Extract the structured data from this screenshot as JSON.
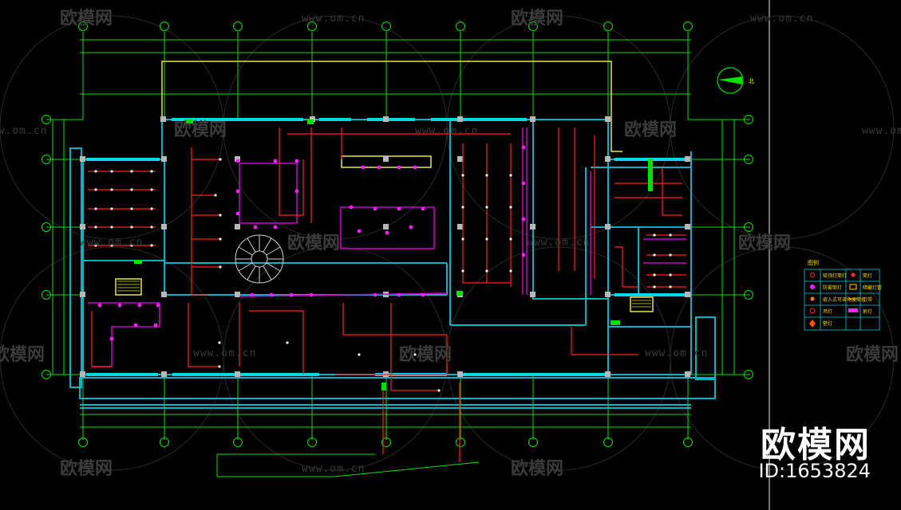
{
  "watermark": {
    "brand_text": "欧模网",
    "url_text": "www.om.cn",
    "id_text": "ID:1653824"
  },
  "north_arrow": {
    "label": "北"
  },
  "legend": {
    "title": "图例",
    "rows": [
      {
        "left": "吸顶灯筒灯",
        "right": "筒灯"
      },
      {
        "left": "防雾筒灯",
        "right": "暗藏灯管"
      },
      {
        "left": "嵌入式可调角度筒灯",
        "right": "灯带"
      },
      {
        "left": "吊灯",
        "right": "射灯"
      },
      {
        "left": "壁灯",
        "right": ""
      }
    ]
  },
  "colors": {
    "background": "#000000",
    "axis": "#00ff00",
    "wall": "#00c8d8",
    "circuit": "#ff2020",
    "fixture": "#ff00ff",
    "outline": "#ffff40",
    "watermark": "#3a3a3a"
  }
}
